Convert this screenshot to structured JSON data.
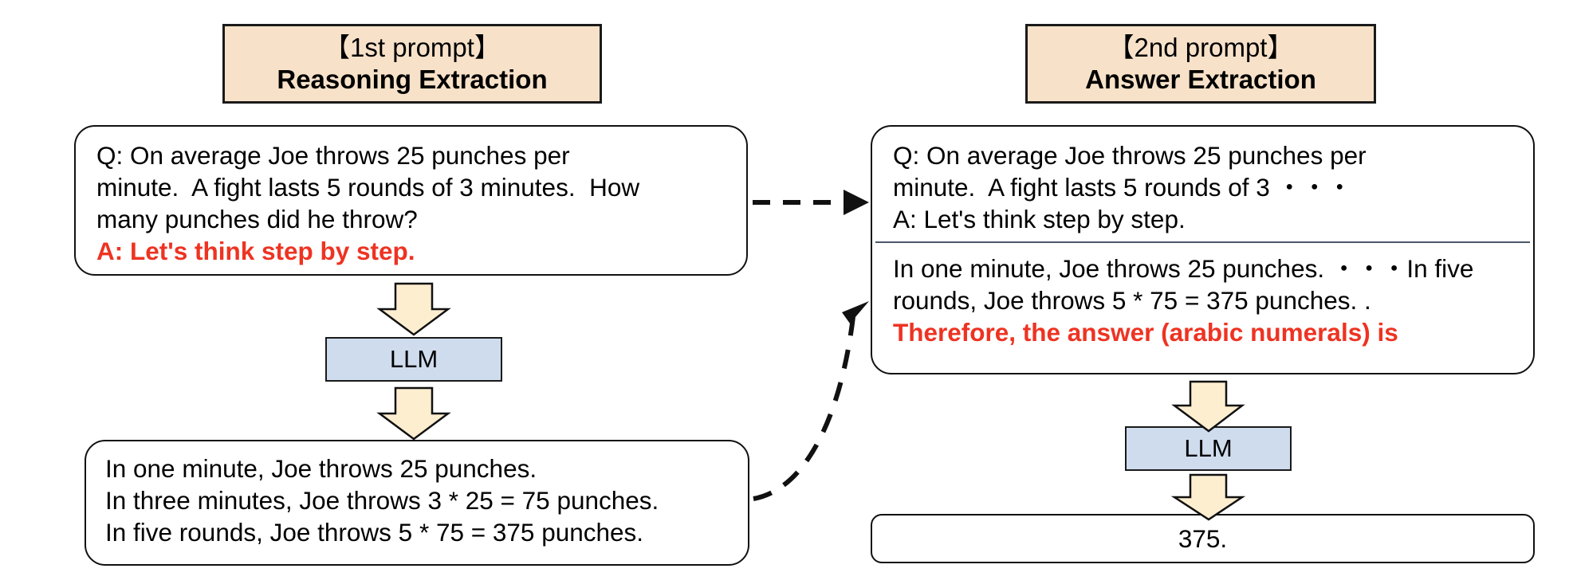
{
  "diagram": {
    "title_left": "Reasoning Extraction",
    "title_right": "Answer Extraction",
    "colors": {
      "header_fill": "#f7e2c9",
      "llm_fill": "#cfdcee",
      "arrow_fill": "#fdeed0",
      "accent_red": "#ee3322",
      "stroke": "#111111"
    }
  },
  "headers": {
    "left": {
      "bracket_label": "【1st prompt】",
      "name": "Reasoning Extraction"
    },
    "right": {
      "bracket_label": "【2nd prompt】",
      "name": "Answer Extraction"
    }
  },
  "left_panel": {
    "question_box": {
      "body": "Q: On average Joe throws 25 punches per\nminute.  A fight lasts 5 rounds of 3 minutes.  How\nmany punches did he throw?\n",
      "highlight": "A: Let's think step by step."
    },
    "llm_label": "LLM",
    "reasoning_box": {
      "body": "In one minute, Joe throws 25 punches.\nIn three minutes, Joe throws 3 * 25 = 75 punches.\nIn five rounds, Joe throws 5 * 75 = 375 punches."
    }
  },
  "right_panel": {
    "prompt_box": {
      "top_segment": "Q: On average Joe throws 25 punches per\nminute.  A fight lasts 5 rounds of 3 ・・・\nA: Let's think step by step.",
      "bottom_segment": "In one minute, Joe throws 25 punches. ・・・In five\nrounds, Joe throws 5 * 75 = 375 punches. .\n",
      "highlight": "Therefore, the answer (arabic numerals) is"
    },
    "llm_label": "LLM",
    "answer_box": {
      "value": "375."
    }
  },
  "arrows": {
    "down_arrow_icon": "down-block-arrow",
    "dashed_straight_icon": "dashed-arrow-right",
    "dashed_curved_icon": "dashed-curved-arrow"
  }
}
